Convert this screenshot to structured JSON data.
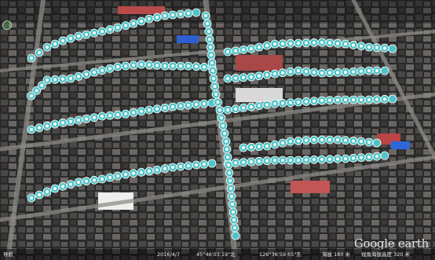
{
  "status": {
    "place": "导航",
    "date": "2016/4/7",
    "lat": "45°46'03.19\"北",
    "lng": "126°36'59.65\"东",
    "alt": "海拔 180 米",
    "view": "视角海拔高度 320 米"
  },
  "logo": {
    "brand": "Google earth"
  },
  "colors": {
    "marker": "#4fc4c7",
    "marker_ring": "#ffffff",
    "accent": "#2d5fd0"
  },
  "map_markers": {
    "icon": "pin-marker-icon",
    "rows": [
      {
        "name": "row-1",
        "points": [
          [
            40,
            74
          ],
          [
            60,
            60
          ],
          [
            80,
            52
          ],
          [
            100,
            46
          ],
          [
            130,
            40
          ],
          [
            150,
            35
          ],
          [
            170,
            30
          ],
          [
            190,
            24
          ],
          [
            210,
            20
          ],
          [
            230,
            18
          ],
          [
            250,
            16
          ]
        ]
      },
      {
        "name": "row-2",
        "points": [
          [
            290,
            66
          ],
          [
            320,
            62
          ],
          [
            350,
            56
          ],
          [
            380,
            55
          ],
          [
            410,
            54
          ],
          [
            440,
            56
          ],
          [
            470,
            60
          ],
          [
            500,
            62
          ]
        ]
      },
      {
        "name": "row-3",
        "points": [
          [
            40,
            122
          ],
          [
            60,
            102
          ],
          [
            90,
            100
          ],
          [
            120,
            92
          ],
          [
            150,
            85
          ],
          [
            180,
            82
          ],
          [
            210,
            84
          ],
          [
            240,
            84
          ],
          [
            270,
            86
          ]
        ]
      },
      {
        "name": "row-4",
        "points": [
          [
            290,
            100
          ],
          [
            320,
            98
          ],
          [
            350,
            94
          ],
          [
            380,
            90
          ],
          [
            410,
            93
          ],
          [
            440,
            92
          ],
          [
            470,
            90
          ],
          [
            490,
            90
          ]
        ]
      },
      {
        "name": "row-5",
        "points": [
          [
            40,
            165
          ],
          [
            70,
            158
          ],
          [
            100,
            153
          ],
          [
            130,
            148
          ],
          [
            160,
            145
          ],
          [
            190,
            140
          ],
          [
            220,
            136
          ],
          [
            250,
            133
          ],
          [
            270,
            131
          ]
        ]
      },
      {
        "name": "row-6",
        "points": [
          [
            290,
            140
          ],
          [
            320,
            136
          ],
          [
            350,
            132
          ],
          [
            380,
            130
          ],
          [
            410,
            128
          ],
          [
            440,
            127
          ],
          [
            470,
            127
          ],
          [
            500,
            126
          ]
        ]
      },
      {
        "name": "row-7",
        "points": [
          [
            310,
            188
          ],
          [
            340,
            186
          ],
          [
            370,
            180
          ],
          [
            400,
            178
          ],
          [
            430,
            178
          ],
          [
            460,
            180
          ],
          [
            480,
            182
          ]
        ]
      },
      {
        "name": "row-8",
        "points": [
          [
            40,
            252
          ],
          [
            70,
            240
          ],
          [
            100,
            232
          ],
          [
            130,
            228
          ],
          [
            160,
            222
          ],
          [
            190,
            218
          ],
          [
            220,
            213
          ],
          [
            250,
            210
          ],
          [
            270,
            208
          ]
        ]
      },
      {
        "name": "row-9",
        "points": [
          [
            290,
            208
          ],
          [
            320,
            206
          ],
          [
            350,
            204
          ],
          [
            380,
            204
          ],
          [
            410,
            203
          ],
          [
            440,
            202
          ],
          [
            470,
            200
          ],
          [
            490,
            198
          ]
        ]
      },
      {
        "name": "street-vertical",
        "points": [
          [
            262,
            20
          ],
          [
            266,
            40
          ],
          [
            268,
            60
          ],
          [
            270,
            80
          ],
          [
            272,
            100
          ],
          [
            275,
            120
          ],
          [
            280,
            140
          ],
          [
            284,
            160
          ],
          [
            288,
            180
          ],
          [
            290,
            200
          ],
          [
            292,
            220
          ],
          [
            294,
            240
          ],
          [
            296,
            260
          ],
          [
            298,
            280
          ],
          [
            300,
            300
          ]
        ]
      }
    ]
  }
}
